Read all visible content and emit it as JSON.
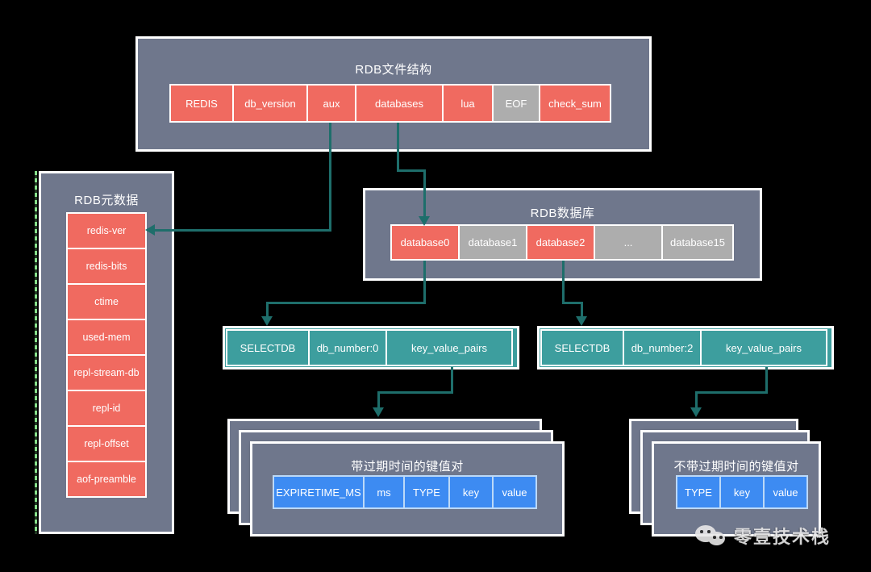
{
  "diagram": {
    "rdb_file": {
      "title": "RDB文件结构",
      "cells": [
        {
          "label": "REDIS",
          "color": "red"
        },
        {
          "label": "db_version",
          "color": "red"
        },
        {
          "label": "aux",
          "color": "red"
        },
        {
          "label": "databases",
          "color": "red"
        },
        {
          "label": "lua",
          "color": "red"
        },
        {
          "label": "EOF",
          "color": "gray"
        },
        {
          "label": "check_sum",
          "color": "red"
        }
      ]
    },
    "rdb_metadata": {
      "title": "RDB元数据",
      "items": [
        {
          "label": "redis-ver"
        },
        {
          "label": "redis-bits"
        },
        {
          "label": "ctime"
        },
        {
          "label": "used-mem"
        },
        {
          "label": "repl-stream-db"
        },
        {
          "label": "repl-id"
        },
        {
          "label": "repl-offset"
        },
        {
          "label": "aof-preamble"
        }
      ]
    },
    "rdb_database": {
      "title": "RDB数据库",
      "cells": [
        {
          "label": "database0",
          "color": "red"
        },
        {
          "label": "database1",
          "color": "gray"
        },
        {
          "label": "database2",
          "color": "red"
        },
        {
          "label": "...",
          "color": "gray"
        },
        {
          "label": "database15",
          "color": "gray"
        }
      ]
    },
    "selectdb_left": {
      "cells": [
        {
          "label": "SELECTDB"
        },
        {
          "label": "db_number:0"
        },
        {
          "label": "key_value_pairs"
        }
      ]
    },
    "selectdb_right": {
      "cells": [
        {
          "label": "SELECTDB"
        },
        {
          "label": "db_number:2"
        },
        {
          "label": "key_value_pairs"
        }
      ]
    },
    "kv_with_expire": {
      "title": "带过期时间的键值对",
      "cells": [
        {
          "label": "EXPIRETIME_MS"
        },
        {
          "label": "ms"
        },
        {
          "label": "TYPE"
        },
        {
          "label": "key"
        },
        {
          "label": "value"
        }
      ]
    },
    "kv_without_expire": {
      "title": "不带过期时间的键值对",
      "cells": [
        {
          "label": "TYPE"
        },
        {
          "label": "key"
        },
        {
          "label": "value"
        }
      ]
    }
  },
  "watermark": {
    "text": "零壹技术栈",
    "icon": "wechat-icon"
  },
  "colors": {
    "background": "#000000",
    "panel": "#6f778c",
    "red": "#f06a60",
    "gray": "#adadad",
    "teal": "#3d9e9e",
    "blue": "#3d8bf2",
    "connector": "#1e6e6b",
    "frame": "#ffffff",
    "select_handle": "#86e08a"
  }
}
